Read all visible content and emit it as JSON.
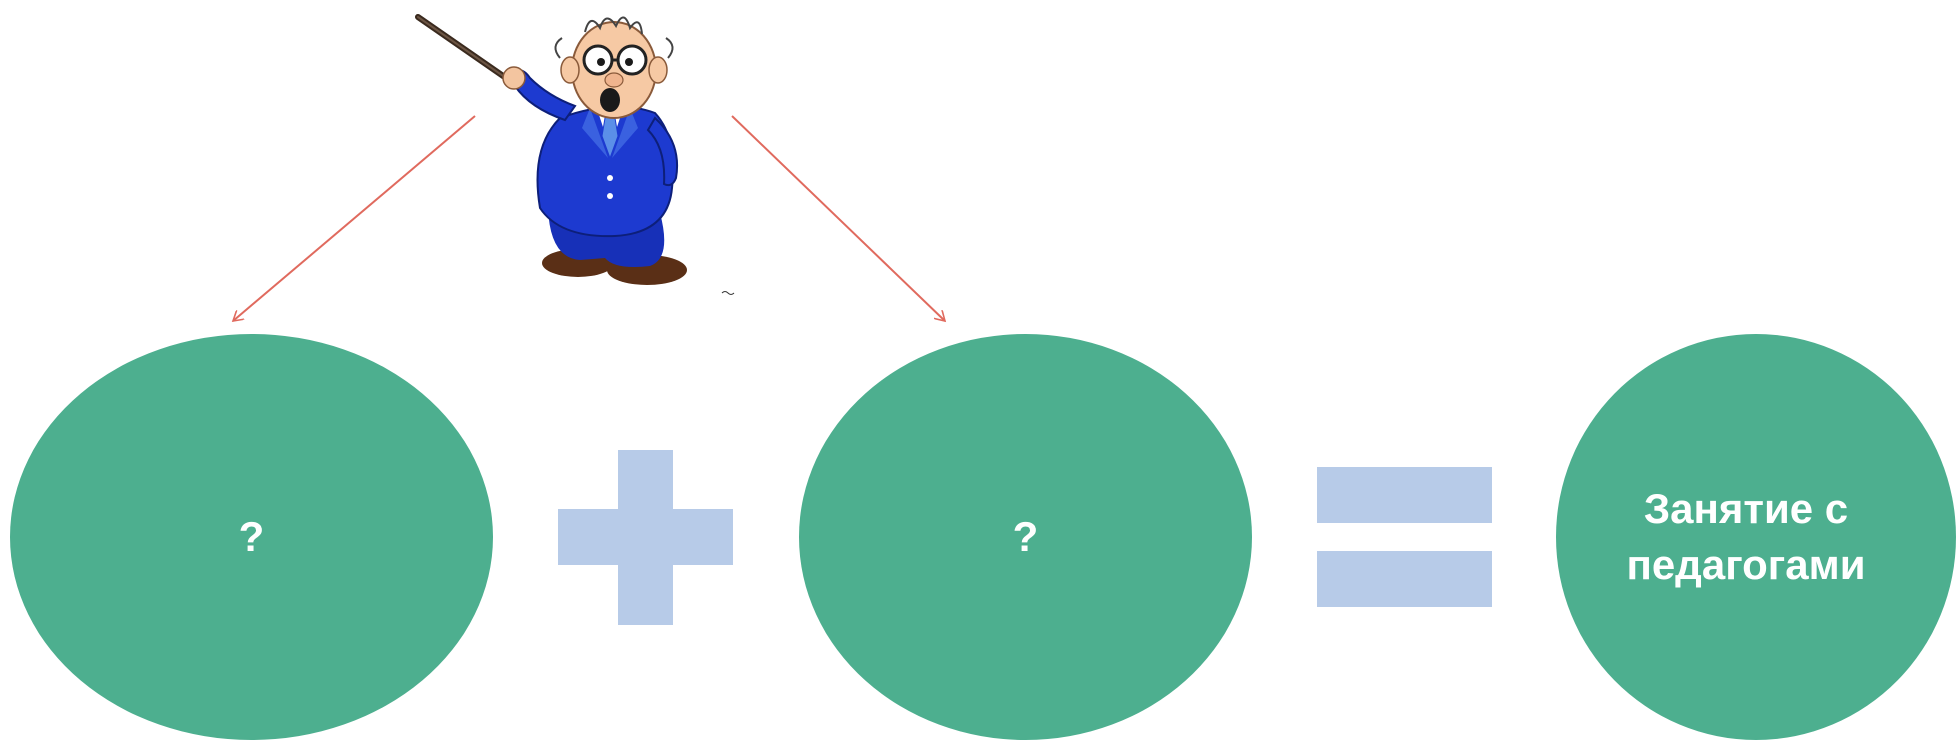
{
  "diagram": {
    "colors": {
      "circle_fill": "#4daf8f",
      "operator_fill": "#b7cbe8",
      "arrow_stroke": "#e06a5e"
    },
    "left_circle": {
      "label": "?"
    },
    "middle_circle": {
      "label": "?"
    },
    "right_circle": {
      "label": "Занятие с педагогами"
    },
    "operators": {
      "plus": "plus-sign",
      "equals": "equals-sign"
    },
    "illustration": {
      "icon": "teacher-with-pointer-icon"
    }
  }
}
